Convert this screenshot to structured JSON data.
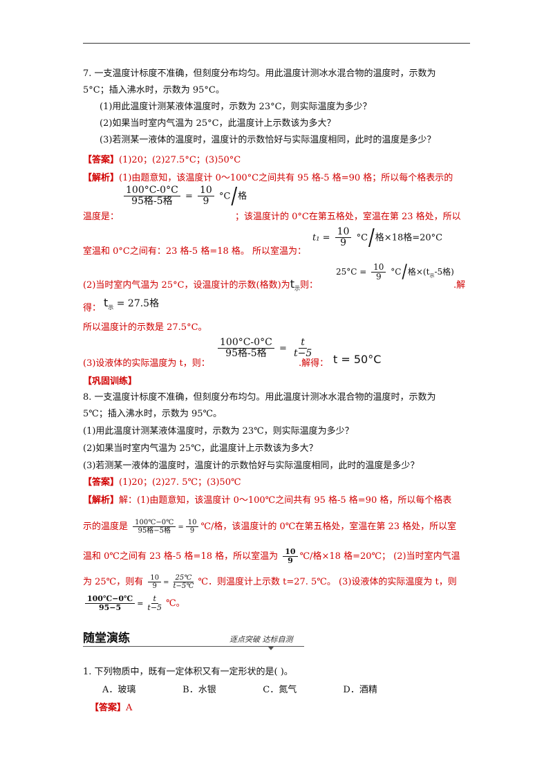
{
  "q7": {
    "line1": "7. 一支温度计标度不准确，但刻度分布均匀。用此温度计测冰水混合物的温度时，示数为",
    "line2": "5°C；插入沸水时，示数为 95°C。",
    "sub1": "(1)用此温度计测某液体温度时，示数为 23°C，则实际温度为多少？",
    "sub2": "(2)如果当时室内气温为 25°C，此温度计上示数该为多大？",
    "sub3": "(3)若测某一液体的温度时，温度计的示数恰好与实际温度相同，此时的温度是多少？",
    "answer_label": "【答案】",
    "answer_text": "(1)20；(2)27.5°C；(3)50°C",
    "analysis_label": "【解析】",
    "analysis_line1": "(1)由题意知，该温度计 0～100°C之间共有 95 格-5 格=90 格；所以每个格表示的",
    "frac1_num": "100°C-0°C",
    "frac1_den": "95格-5格",
    "frac1_eq": "=",
    "frac1_r_num": "10",
    "frac1_r_den": "9",
    "frac1_unit_a": "°C",
    "frac1_unit_b": "格",
    "analysis_line2a": "温度是：",
    "analysis_line2b": "；该温度计的 0°C在第五格处，室温在第 23 格处，所以",
    "analysis_line3a": "室温和 0°C之间有：23 格-5 格=18 格。   所以室温为：",
    "eq3_lhs": "t₁ =",
    "eq3_num": "10",
    "eq3_den": "9",
    "eq3_unit": "°C",
    "eq3_rest": "格×18格=20°C",
    "analysis_line4a": "(2)当时室内气温为 25°C，设温度计的示数(格数)为",
    "t_show": "t",
    "t_sub": "示",
    "analysis_line4b": "则：",
    "eq4_lhs": "25°C =",
    "eq4_num": "10",
    "eq4_den": "9",
    "eq4_unit": "°C",
    "eq4_rest": "格×(t",
    "eq4_rest2": "-5格)",
    "analysis_line4c": ".解",
    "analysis_line5a": "得：",
    "eq5": "= 27.5格",
    "analysis_line6": "所以温度计的示数是 27.5°C。",
    "eq6_num": "100°C-0°C",
    "eq6_den": "95格-5格",
    "eq6_eq": "=",
    "eq6_r_num": "t",
    "eq6_r_den": "t−5",
    "analysis_line7a": "(3)设液体的实际温度为 t，则：",
    "analysis_line7b": ".解得：",
    "eq7": "t = 50°C"
  },
  "consolidate_label": "【巩固训练】",
  "q8": {
    "line1": "8.  一支温度计标度不准确，但刻度分布均匀。用此温度计测冰水混合物的温度时，示数为",
    "line2": "5℃；插入沸水时，示数为 95℃。",
    "sub1": "(1)用此温度计测某液体温度时，示数为 23℃，则实际温度为多少？",
    "sub2": "(2)如果当时室内气温为 25℃，此温度计上示数该为多大？",
    "sub3": "(3)若测某一液体的温度时，温度计的示数恰好与实际温度相同，此时的温度是多少？",
    "answer_label": "【答案】",
    "answer_text": "(1)20；(2)27. 5℃；(3)50℃",
    "analysis_label": "【解析】",
    "analysis_line1": "解：(1)由题意知，该温度计 0～100℃之间共有 95 格-5 格=90 格，所以每个格表",
    "line2a": "示的温度是",
    "f1_num": "100℃−0℃",
    "f1_den": "95格−5格",
    "f1_eq": "=",
    "f1_r_num": "10",
    "f1_r_den": "9",
    "line2b": "℃/格，该温度计的 0℃在第五格处，室温在第 23 格处，所以室",
    "line3a": "温和 0℃之间有 23 格-5 格=18 格，所以室温为",
    "f2_num": "10",
    "f2_den": "9",
    "line3b": "℃/格×18 格=20℃；  (2)当时室内气温",
    "line4a": "为 25℃，则有",
    "f3_num": "10",
    "f3_den": "9",
    "f3_eq": "=",
    "f3_r_num": "25℃",
    "f3_r_den": "t−5℃",
    "line4b": "℃．则温度计上示数 t=27. 5℃。 (3)设液体的实际温度为 t，则",
    "f4_num": "100℃−0℃",
    "f4_den": "95−5",
    "f4_eq": "=",
    "f4_r_num": "t",
    "f4_r_den": "t−5",
    "line5b": "℃。"
  },
  "section": {
    "title": "随堂演练",
    "tag": "逐点突破  达标自测"
  },
  "q1": {
    "stem": "1. 下列物质中，既有一定体积又有一定形状的是(   )。",
    "options": [
      "A．玻璃",
      "B．水银",
      "C．氮气",
      "D．酒精"
    ],
    "answer_label": "【答案】",
    "answer_text": "A"
  }
}
